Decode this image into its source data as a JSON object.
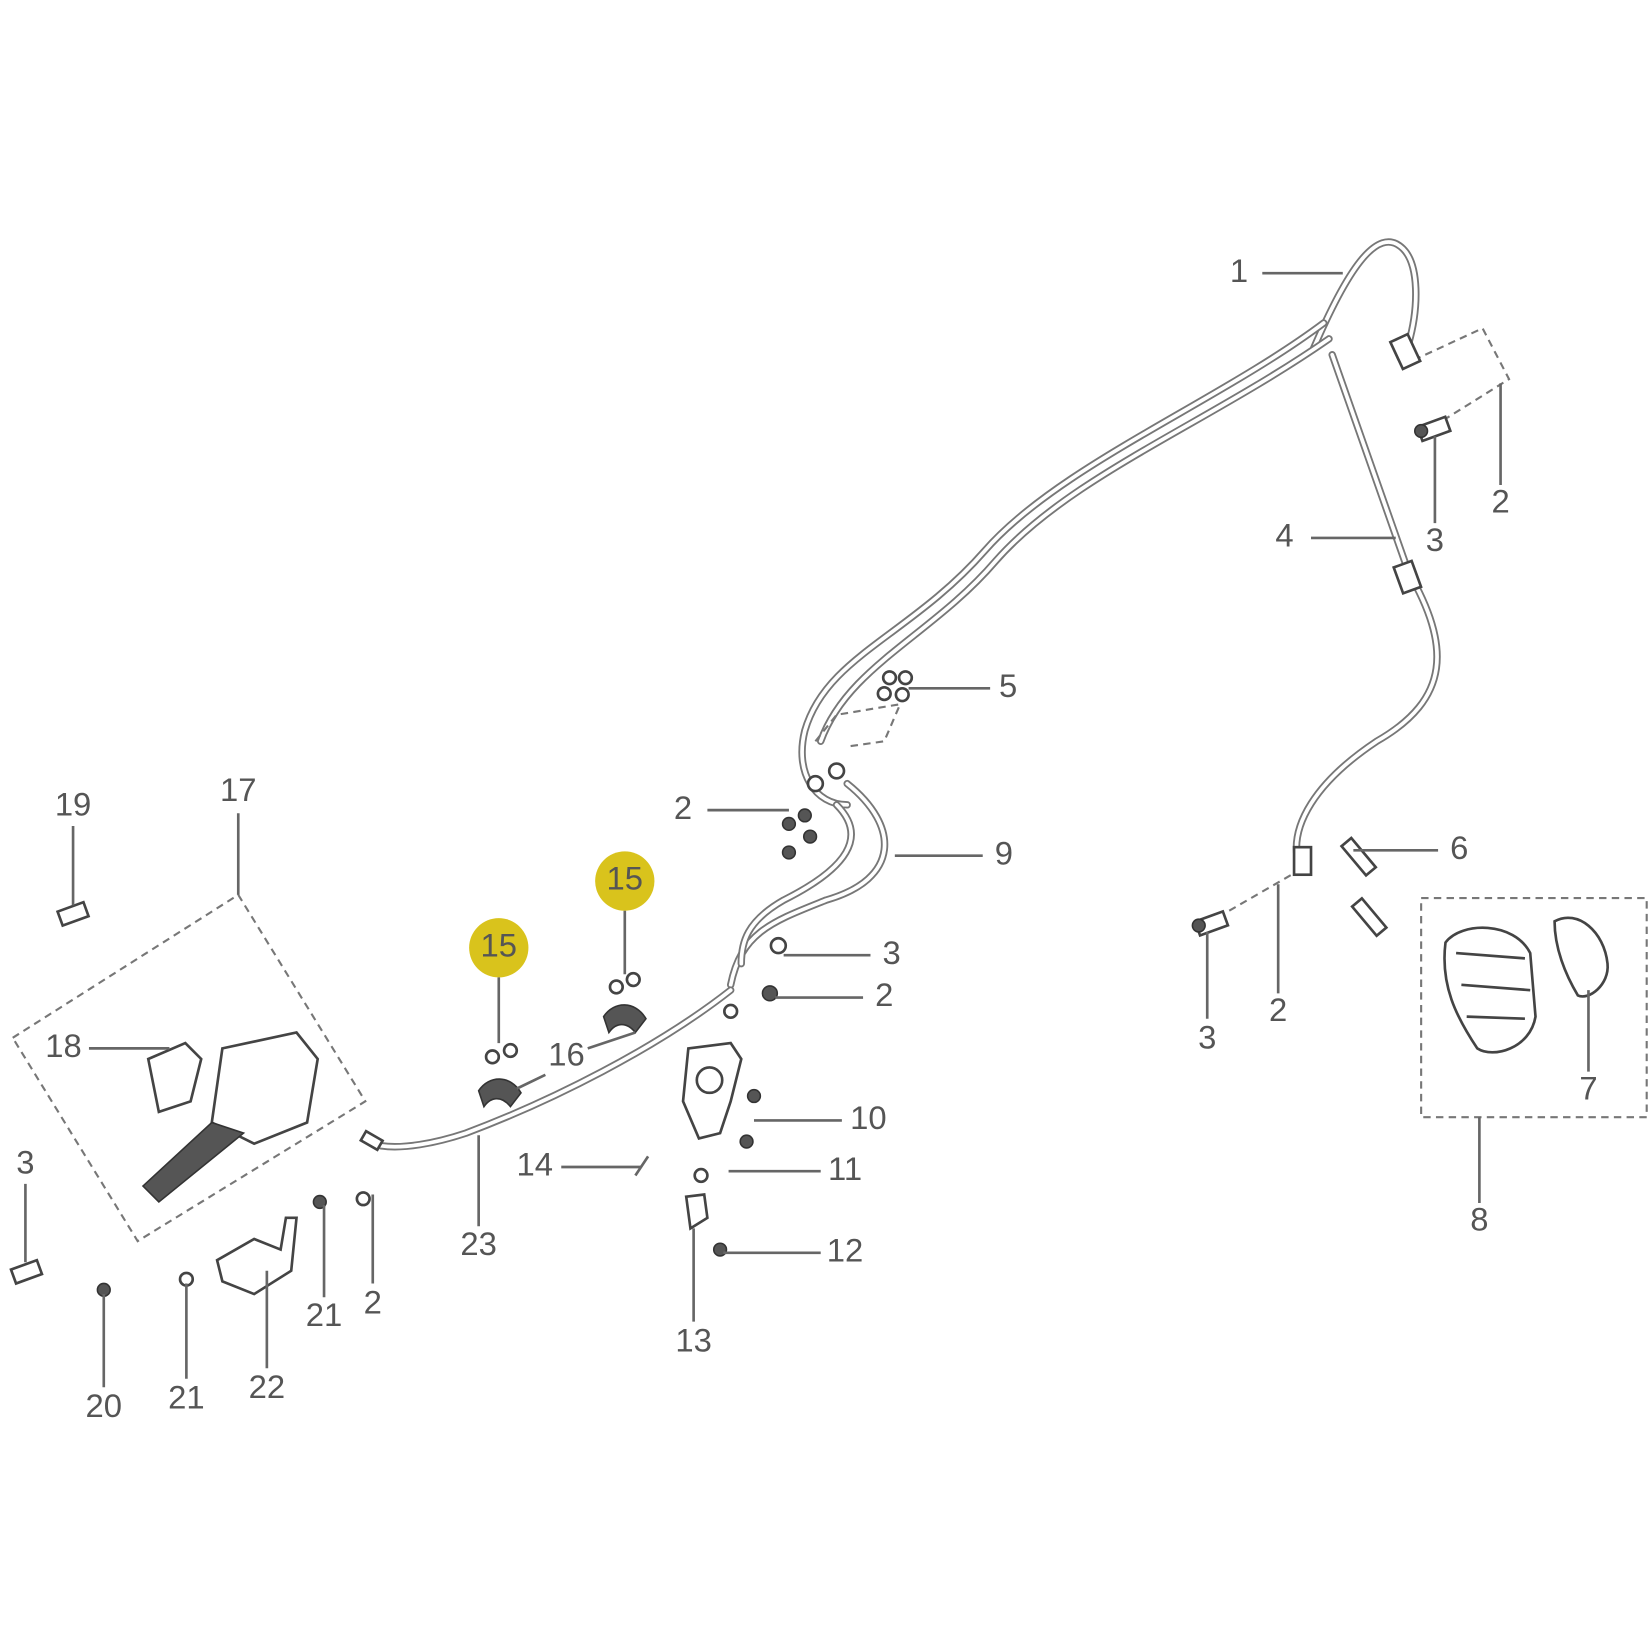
{
  "diagram": {
    "title": "Brake hose exploded parts diagram",
    "highlight_color": "#d9c31c",
    "text_color": "#555555",
    "callouts": [
      {
        "id": "c1",
        "label": "1"
      },
      {
        "id": "c2a",
        "label": "2"
      },
      {
        "id": "c3a",
        "label": "3"
      },
      {
        "id": "c4",
        "label": "4"
      },
      {
        "id": "c5",
        "label": "5"
      },
      {
        "id": "c2b",
        "label": "2"
      },
      {
        "id": "c9",
        "label": "9"
      },
      {
        "id": "c6",
        "label": "6"
      },
      {
        "id": "c15a",
        "label": "15",
        "highlighted": true
      },
      {
        "id": "c15b",
        "label": "15",
        "highlighted": true
      },
      {
        "id": "c3b",
        "label": "3"
      },
      {
        "id": "c2c",
        "label": "2"
      },
      {
        "id": "c16",
        "label": "16"
      },
      {
        "id": "c19",
        "label": "19"
      },
      {
        "id": "c17",
        "label": "17"
      },
      {
        "id": "c18",
        "label": "18"
      },
      {
        "id": "c3c",
        "label": "3"
      },
      {
        "id": "c2d",
        "label": "2"
      },
      {
        "id": "c7",
        "label": "7"
      },
      {
        "id": "c8",
        "label": "8"
      },
      {
        "id": "c10",
        "label": "10"
      },
      {
        "id": "c11",
        "label": "11"
      },
      {
        "id": "c14",
        "label": "14"
      },
      {
        "id": "c12",
        "label": "12"
      },
      {
        "id": "c13",
        "label": "13"
      },
      {
        "id": "c23",
        "label": "23"
      },
      {
        "id": "c3d",
        "label": "3"
      },
      {
        "id": "c20",
        "label": "20"
      },
      {
        "id": "c21a",
        "label": "21"
      },
      {
        "id": "c22",
        "label": "22"
      },
      {
        "id": "c21b",
        "label": "21"
      },
      {
        "id": "c2e",
        "label": "2"
      }
    ]
  }
}
